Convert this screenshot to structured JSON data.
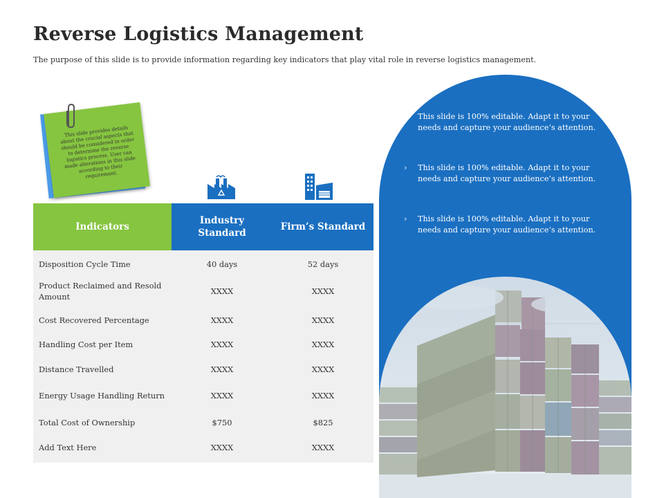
{
  "page": {
    "title": "Reverse Logistics Management",
    "subtitle": "The purpose of this slide is to provide information regarding  key indicators that play vital role in reverse logistics management."
  },
  "sticky_note": {
    "lines": [
      "This slide provides details",
      "about the crucial aspects that",
      "should be considered in order",
      "to determine the reverse",
      "logistics process. User can",
      "made alterations in this slide",
      "according to their",
      "requirement."
    ]
  },
  "table": {
    "headers": {
      "indicators": "Indicators",
      "industry_line1": "Industry",
      "industry_line2": "Standard",
      "firm": "Firm’s Standard"
    },
    "rows": [
      {
        "name": "Disposition Cycle Time",
        "industry": "40 days",
        "firm": "52 days"
      },
      {
        "name": "Product Reclaimed and Resold Amount",
        "industry": "XXXX",
        "firm": "XXXX"
      },
      {
        "name": "Cost Recovered Percentage",
        "industry": "XXXX",
        "firm": "XXXX"
      },
      {
        "name": "Handling Cost per Item",
        "industry": "XXXX",
        "firm": "XXXX"
      },
      {
        "name": "Distance Travelled",
        "industry": "XXXX",
        "firm": "XXXX"
      },
      {
        "name": "Energy  Usage  Handling Return",
        "industry": "XXXX",
        "firm": "XXXX"
      },
      {
        "name": "Total Cost of Ownership",
        "industry": "$750",
        "firm": "$825"
      },
      {
        "name": "Add Text Here",
        "industry": "XXXX",
        "firm": "XXXX"
      }
    ]
  },
  "panel": {
    "bullets": [
      {
        "marker": "",
        "text": "This slide is 100% editable.  Adapt  it to your needs and capture your audience’s attention."
      },
      {
        "marker": "›",
        "text": "This slide is 100% editable.  Adapt  it to your needs and capture your audience’s attention."
      },
      {
        "marker": "›",
        "text": "This slide is 100% editable.  Adapt  it to your needs and capture your audience’s attention."
      }
    ]
  },
  "icons": {
    "factory": "factory-icon",
    "building": "building-icon",
    "paperclip": "paperclip-icon"
  },
  "colors": {
    "green": "#86c540",
    "blue": "#1a6fc1",
    "table_bg": "#f0f0f0"
  }
}
